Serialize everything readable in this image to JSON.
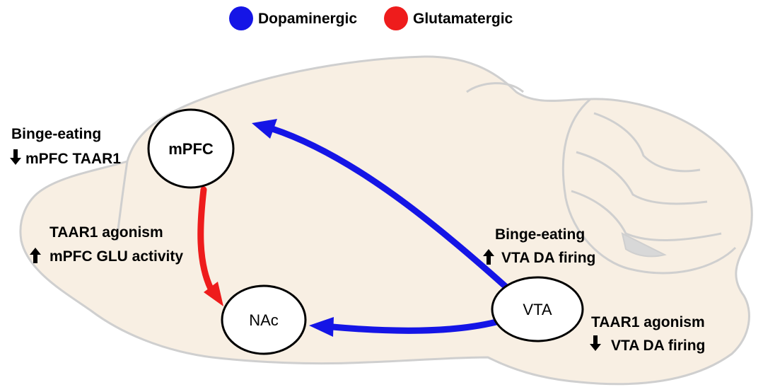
{
  "colors": {
    "dopaminergic": "#1515e6",
    "glutamatergic": "#ee1c1c",
    "brain_fill": "#f8efe3",
    "brain_outline": "#cfcfcf"
  },
  "legend": [
    {
      "label": "Dopaminergic",
      "color": "#1515e6"
    },
    {
      "label": "Glutamatergic",
      "color": "#ee1c1c"
    }
  ],
  "nodes": {
    "mpfc": "mPFC",
    "nac": "NAc",
    "vta": "VTA"
  },
  "annotations": {
    "mpfc_binge": {
      "line1": "Binge-eating",
      "arrow": "down",
      "line2": "mPFC TAAR1"
    },
    "mpfc_agonism": {
      "line1": "TAAR1 agonism",
      "arrow": "up",
      "line2": "mPFC GLU activity"
    },
    "vta_binge": {
      "line1": "Binge-eating",
      "arrow": "up",
      "line2": "VTA DA firing"
    },
    "vta_agonism": {
      "line1": "TAAR1 agonism",
      "arrow": "down",
      "line2": "VTA DA firing"
    }
  },
  "edges": [
    {
      "from": "VTA",
      "to": "mPFC",
      "type": "Dopaminergic"
    },
    {
      "from": "VTA",
      "to": "NAc",
      "type": "Dopaminergic"
    },
    {
      "from": "mPFC",
      "to": "NAc",
      "type": "Glutamatergic"
    }
  ]
}
